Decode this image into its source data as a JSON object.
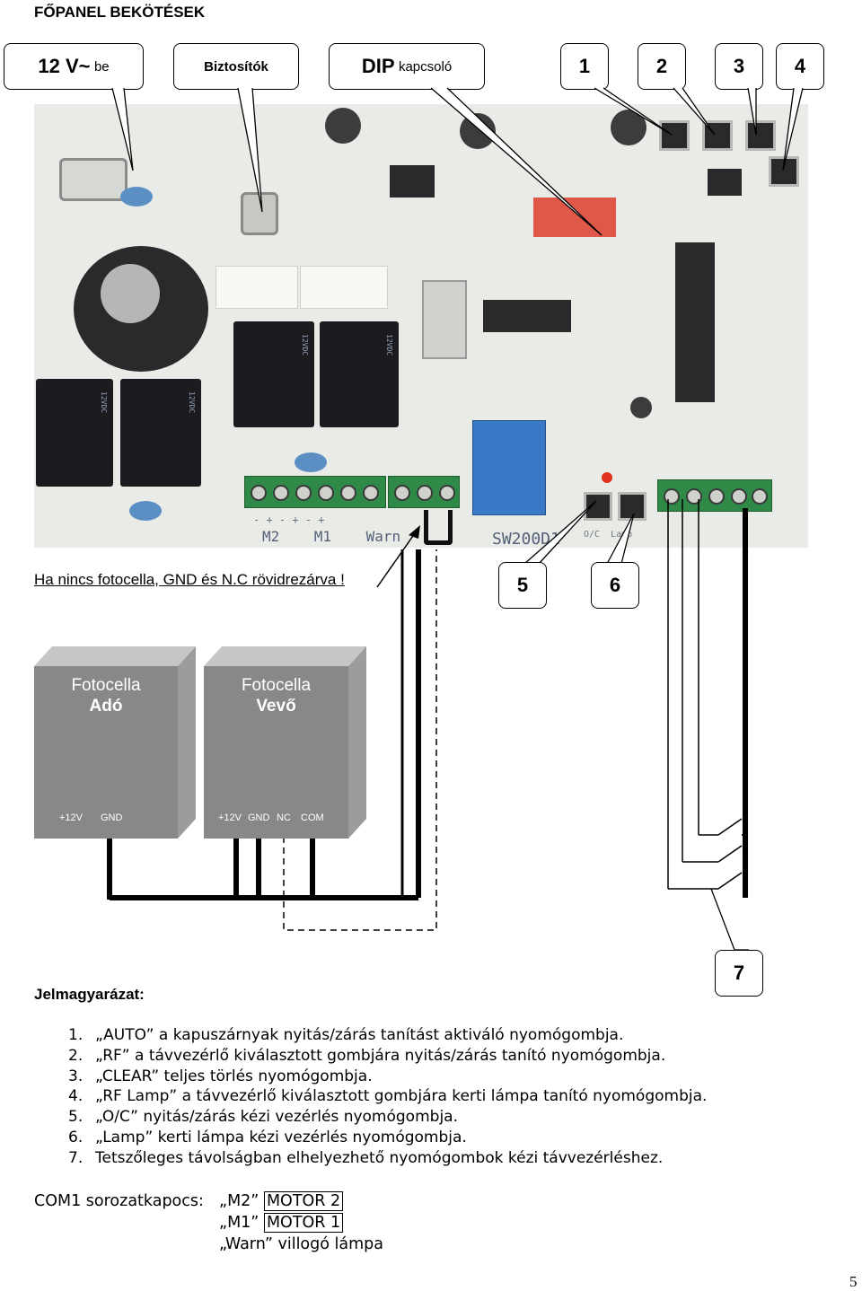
{
  "title": "FŐPANEL BEKÖTÉSEK",
  "callouts": {
    "power": {
      "big": "12 V~",
      "small": "be"
    },
    "fuses": "Biztosítók",
    "dip": {
      "big": "DIP",
      "small": "kapcsoló"
    },
    "numbers": [
      "1",
      "2",
      "3",
      "4"
    ],
    "bottom_numbers": [
      "5",
      "6"
    ],
    "seven": "7"
  },
  "board": {
    "terminal_labels_left": "M2    M1    Warn",
    "terminal_mid": "-  +  -  +  -  + ",
    "board_name": "SW200D1",
    "right_labels": "O/C  Lamp"
  },
  "short_note": "Ha nincs fotocella, GND és N.C rövidrezárva !",
  "photocells": {
    "transmitter": {
      "line1": "Fotocella",
      "line2": "Adó",
      "pins": [
        "+12V",
        "GND"
      ]
    },
    "receiver": {
      "line1": "Fotocella",
      "line2": "Vevő",
      "pins": [
        "+12V",
        "GND",
        "NC",
        "COM"
      ]
    }
  },
  "legend": {
    "title": "Jelmagyarázat:",
    "items": [
      {
        "n": "1.",
        "text": "„AUTO” a kapuszárnyak nyitás/zárás tanítást aktiváló nyomógombja."
      },
      {
        "n": "2.",
        "text": "„RF” a távvezérlő kiválasztott gombjára nyitás/zárás tanító nyomógombja."
      },
      {
        "n": "3.",
        "text": "„CLEAR” teljes törlés nyomógombja."
      },
      {
        "n": "4.",
        "text": "„RF Lamp” a távvezérlő kiválasztott gombjára kerti lámpa tanító nyomógombja."
      },
      {
        "n": "5.",
        "text": "„O/C” nyitás/zárás kézi vezérlés nyomógombja."
      },
      {
        "n": "6.",
        "text": "„Lamp” kerti lámpa kézi vezérlés nyomógombja."
      },
      {
        "n": "7.",
        "text": "Tetszőleges távolságban elhelyezhető nyomógombok kézi távvezérléshez."
      }
    ]
  },
  "com1": {
    "label": "COM1 sorozatkapocs:",
    "rows": [
      {
        "code": "„M2”",
        "desc": "MOTOR 2",
        "boxed": true
      },
      {
        "code": "„M1”",
        "desc": "MOTOR 1",
        "boxed": true
      },
      {
        "code": "„Warn”",
        "desc": "villogó lámpa",
        "boxed": false
      }
    ]
  },
  "page_number": "5"
}
